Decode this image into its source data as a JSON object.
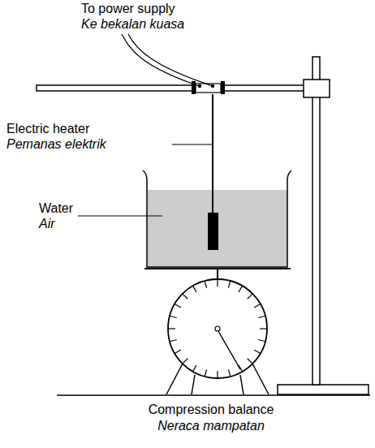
{
  "diagram": {
    "labels": [
      "To power supply",
      "Ke bekalan kuasa",
      "Electric heater",
      "Pemanas elektrik",
      "Water",
      "Air",
      "Compression balance",
      "Neraca mampatan"
    ]
  }
}
